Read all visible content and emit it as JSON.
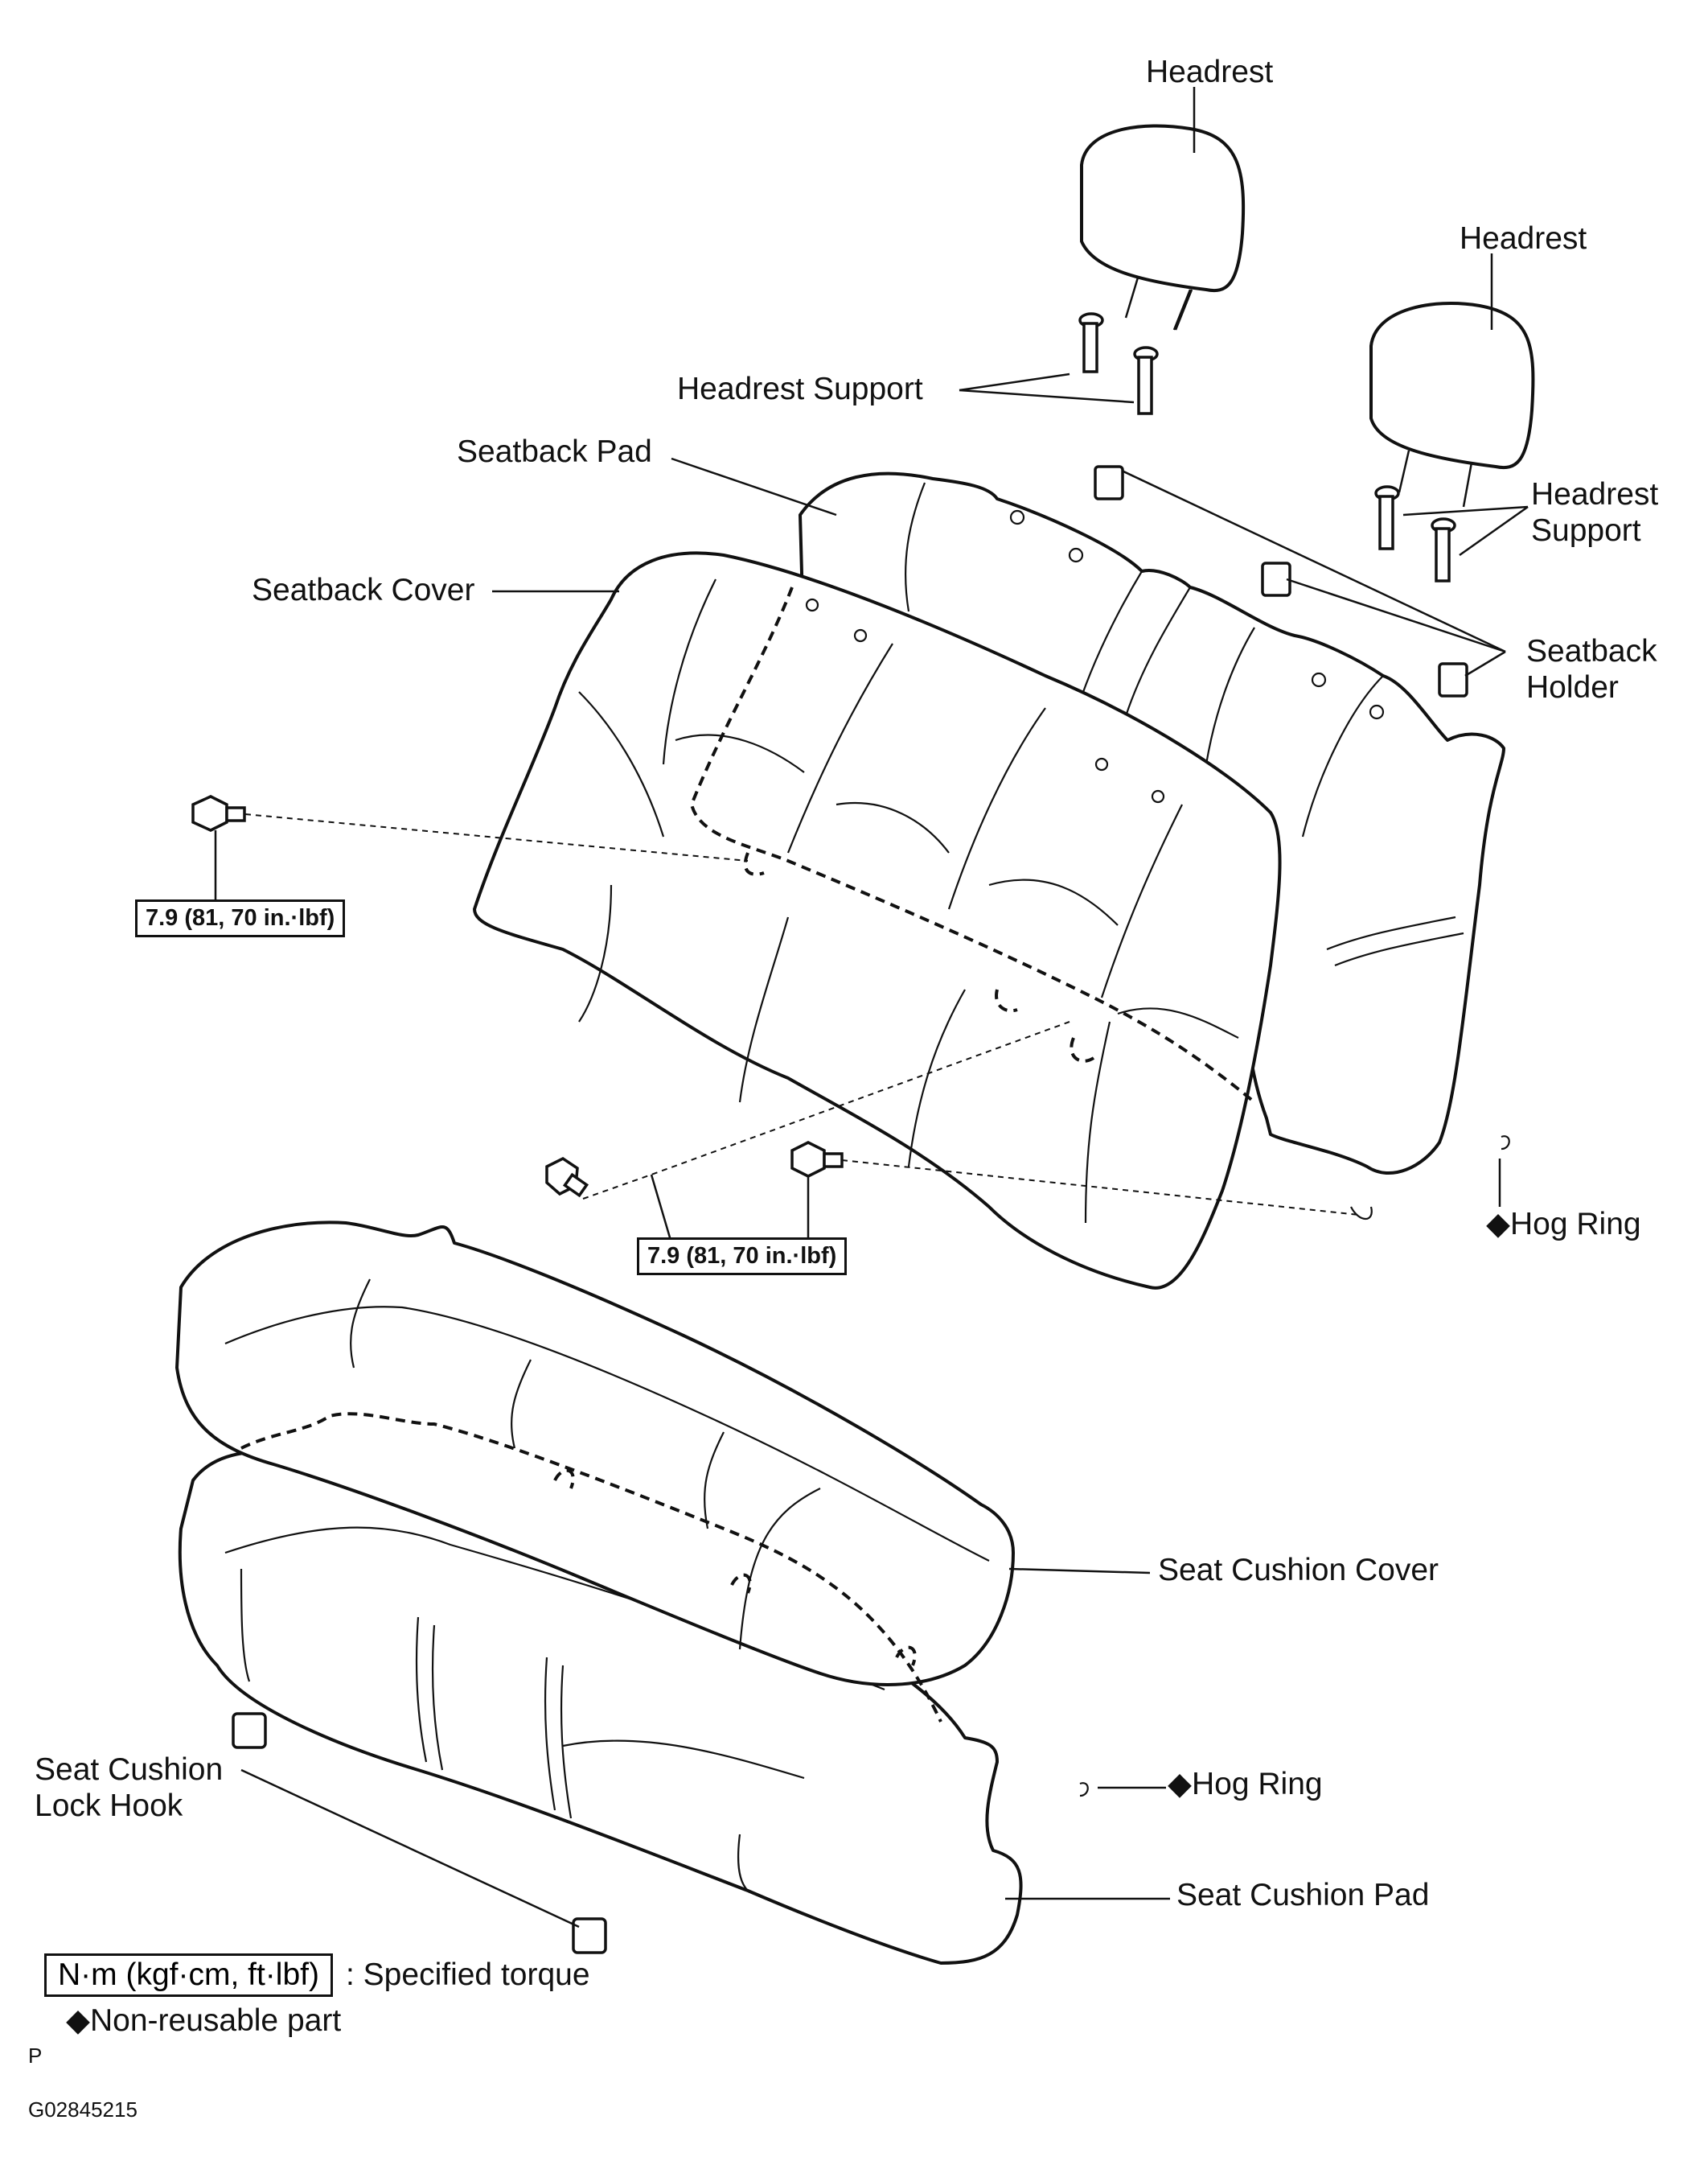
{
  "labels": {
    "headrest_1": "Headrest",
    "headrest_2": "Headrest",
    "headrest_support_1": "Headrest Support",
    "headrest_support_2_line1": "Headrest",
    "headrest_support_2_line2": "Support",
    "seatback_pad": "Seatback Pad",
    "seatback_cover": "Seatback Cover",
    "seatback_holder_line1": "Seatback",
    "seatback_holder_line2": "Holder",
    "hog_ring_1": "◆Hog Ring",
    "hog_ring_2": "◆Hog Ring",
    "seat_cushion_cover": "Seat Cushion Cover",
    "seat_cushion_pad": "Seat Cushion Pad",
    "seat_cushion_lock_hook_line1": "Seat Cushion",
    "seat_cushion_lock_hook_line2": "Lock Hook"
  },
  "torque": {
    "upper": "7.9 (81, 70 in.·lbf)",
    "lower": "7.9 (81, 70 in.·lbf)"
  },
  "legend": {
    "unit_box": "N·m (kgf·cm, ft·lbf)",
    "unit_desc": ": Specified torque",
    "non_reusable": "◆Non-reusable  part"
  },
  "footer": {
    "code_letter": "P",
    "figure_id": "G02845215"
  }
}
